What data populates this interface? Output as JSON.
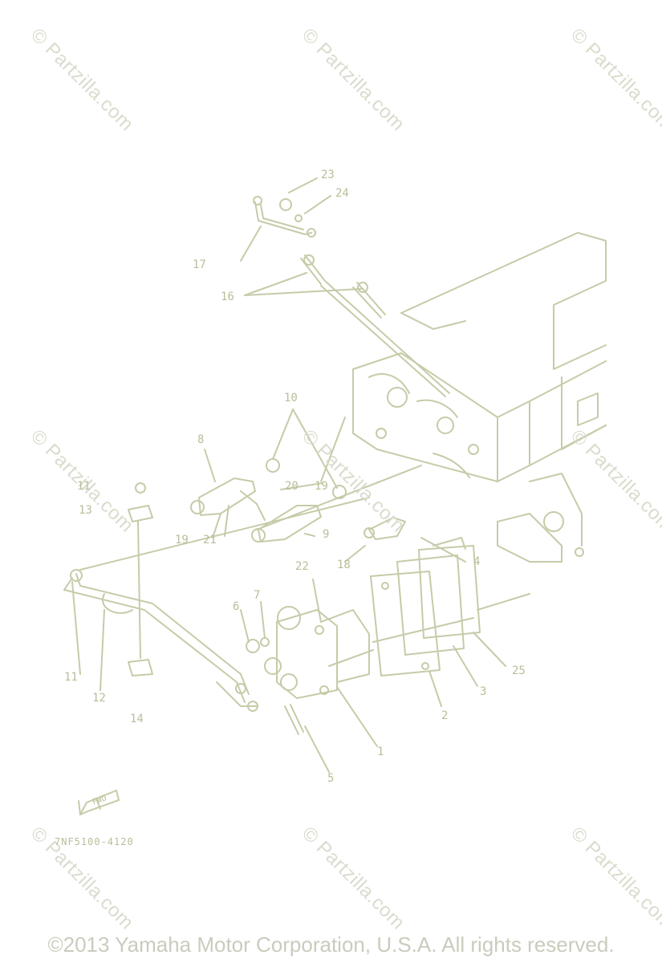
{
  "diagram": {
    "callouts": [
      "23",
      "24",
      "17",
      "16",
      "10",
      "8",
      "20",
      "19",
      "11",
      "13",
      "19",
      "21",
      "9",
      "18",
      "22",
      "4",
      "7",
      "6",
      "25",
      "11",
      "12",
      "14",
      "2",
      "3",
      "1",
      "5"
    ],
    "part_code": "7NF5100-4120",
    "front_label": "FWD"
  },
  "watermark": {
    "text": "© Partzilla.com"
  },
  "footer": {
    "copyright": "©2013  Yamaha Motor Corporation, U.S.A. All rights reserved."
  },
  "colors": {
    "line": "#c6cba8",
    "label": "#b9be9a",
    "watermark": "#d9dccd"
  }
}
